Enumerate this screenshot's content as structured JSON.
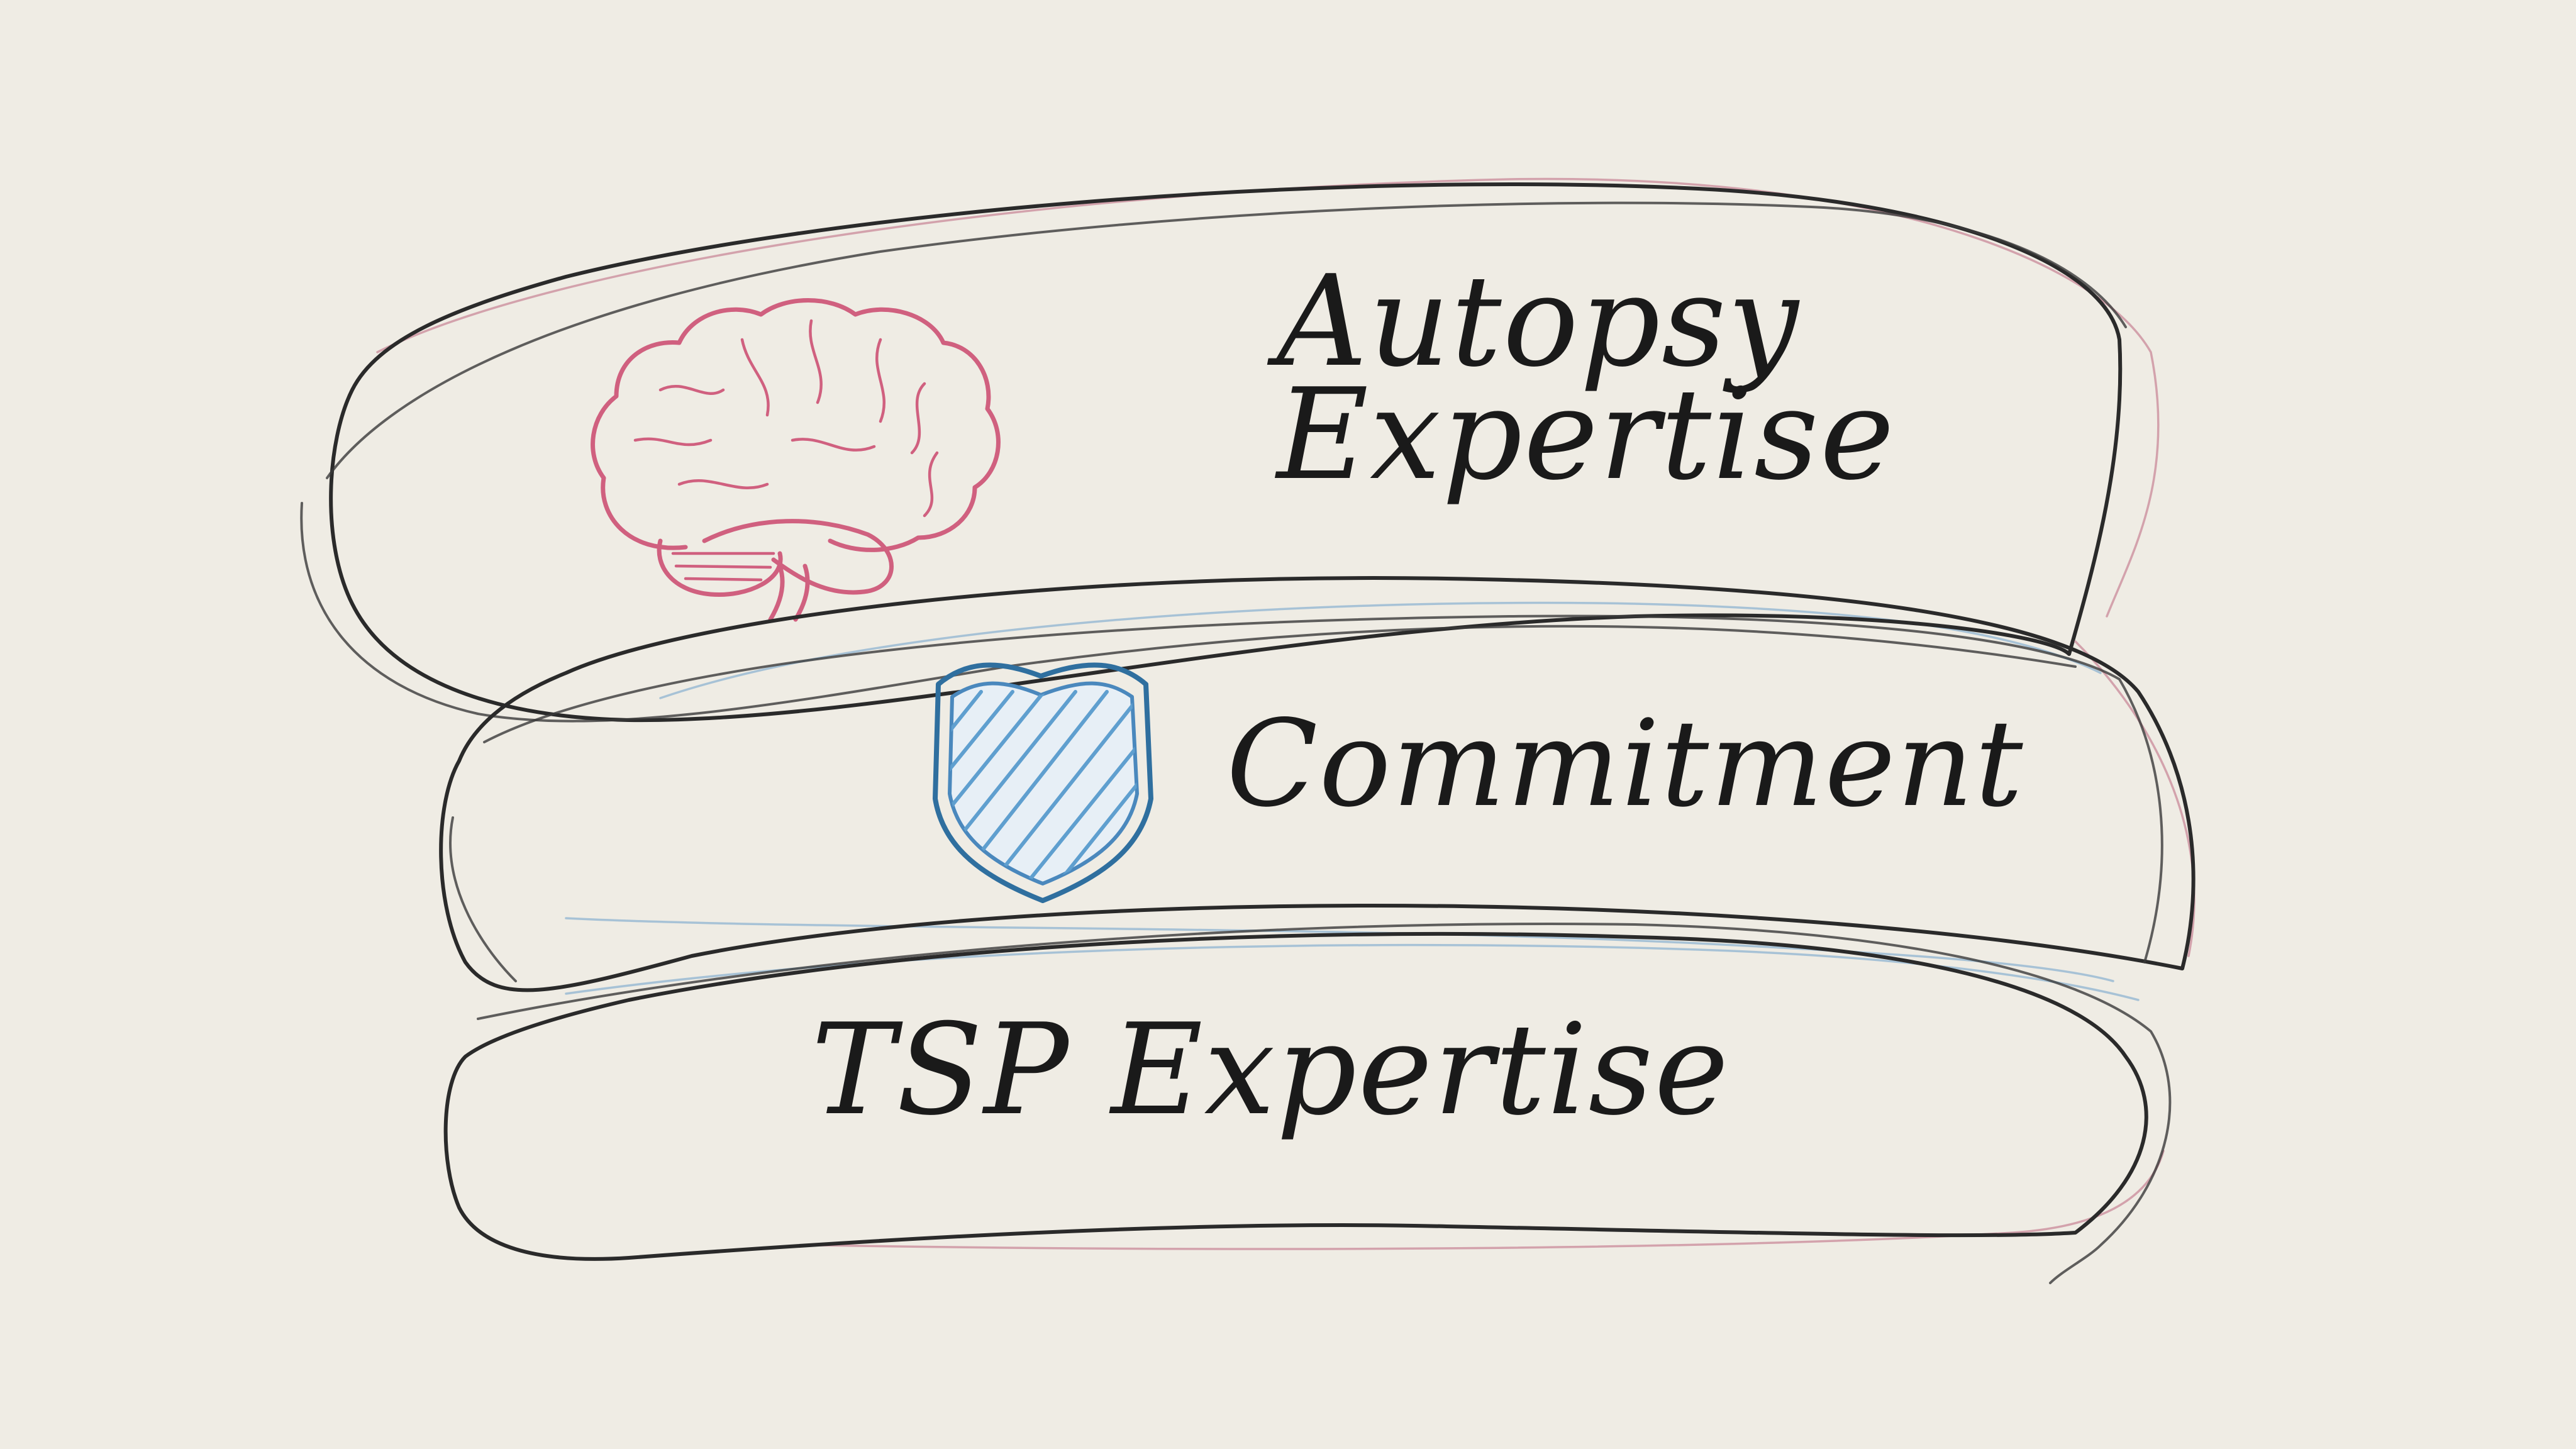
{
  "layers": [
    {
      "id": "autopsy",
      "line1": "Autopsy",
      "line2": "Expertise",
      "icon": "brain-icon",
      "icon_color": "#d0607f"
    },
    {
      "id": "commitment",
      "label": "Commitment",
      "icon": "shield-icon",
      "icon_color": "#4a88bd"
    },
    {
      "id": "tsp",
      "label": "TSP Expertise"
    }
  ],
  "colors": {
    "background": "#efece4",
    "outline": "#2a2a2a",
    "text": "#1a1a1a"
  }
}
